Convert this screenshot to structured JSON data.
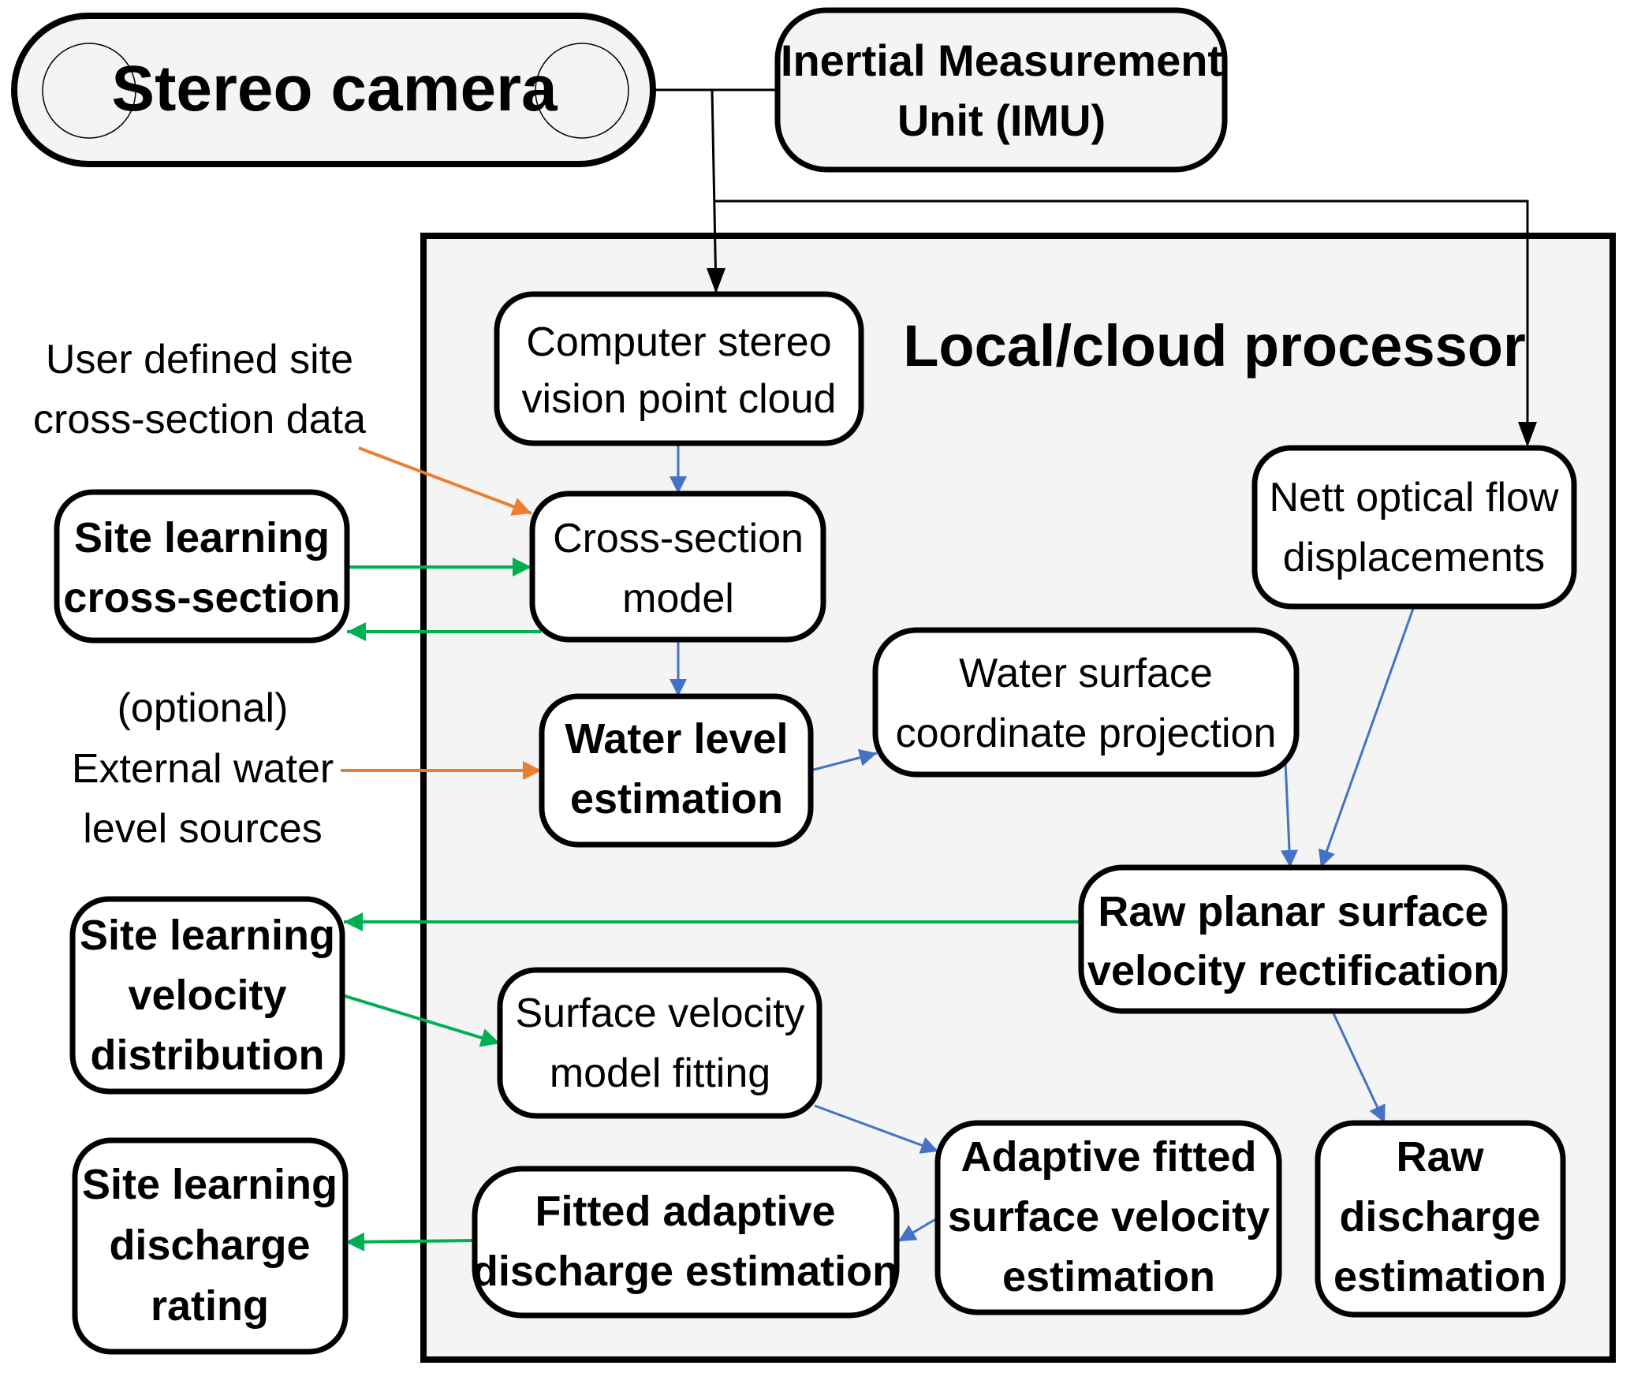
{
  "colors": {
    "background": "#ffffff",
    "processor_fill": "#f4f4f4",
    "internal_flow": "#4472c4",
    "site_learning_flow": "#00b050",
    "external_input": "#ed7d31",
    "hardware_flow": "#000000"
  },
  "hardware": {
    "stereo_camera": "Stereo camera",
    "imu": [
      "Inertial Measurement",
      "Unit (IMU)"
    ]
  },
  "processor": {
    "title": "Local/cloud processor"
  },
  "nodes": {
    "point_cloud": [
      "Computer stereo",
      "vision point cloud"
    ],
    "cross_section_model": [
      "Cross-section",
      "model"
    ],
    "water_level": [
      "Water level",
      "estimation"
    ],
    "water_surface_projection": [
      "Water surface",
      "coordinate projection"
    ],
    "optical_flow": [
      "Nett optical flow",
      "displacements"
    ],
    "raw_planar_velocity": [
      "Raw planar surface",
      "velocity rectification"
    ],
    "surface_velocity_fitting": [
      "Surface velocity",
      "model fitting"
    ],
    "adaptive_fitted_velocity": [
      "Adaptive fitted",
      "surface velocity",
      "estimation"
    ],
    "raw_discharge": [
      "Raw",
      "discharge",
      "estimation"
    ],
    "fitted_adaptive_discharge": [
      "Fitted adaptive",
      "discharge estimation"
    ]
  },
  "site_learning": {
    "cross_section": [
      "Site learning",
      "cross-section"
    ],
    "velocity_distribution": [
      "Site learning",
      "velocity",
      "distribution"
    ],
    "discharge_rating": [
      "Site learning",
      "discharge",
      "rating"
    ]
  },
  "external_inputs": {
    "user_cross_section": [
      "User defined site",
      "cross-section data"
    ],
    "external_water_level": [
      "(optional)",
      "External water",
      "level sources"
    ]
  },
  "edges": [
    {
      "from": "stereo_camera",
      "to": "imu",
      "type": "hardware"
    },
    {
      "from": "hardware",
      "to": "point_cloud",
      "type": "hardware"
    },
    {
      "from": "hardware",
      "to": "optical_flow",
      "type": "hardware"
    },
    {
      "from": "point_cloud",
      "to": "cross_section_model",
      "type": "internal"
    },
    {
      "from": "cross_section_model",
      "to": "water_level",
      "type": "internal"
    },
    {
      "from": "water_level",
      "to": "water_surface_projection",
      "type": "internal"
    },
    {
      "from": "water_surface_projection",
      "to": "raw_planar_velocity",
      "type": "internal"
    },
    {
      "from": "optical_flow",
      "to": "raw_planar_velocity",
      "type": "internal"
    },
    {
      "from": "raw_planar_velocity",
      "to": "raw_discharge",
      "type": "internal"
    },
    {
      "from": "surface_velocity_fitting",
      "to": "adaptive_fitted_velocity",
      "type": "internal"
    },
    {
      "from": "adaptive_fitted_velocity",
      "to": "fitted_adaptive_discharge",
      "type": "internal"
    },
    {
      "from": "site_learning_cross_section",
      "to": "cross_section_model",
      "type": "site_learning"
    },
    {
      "from": "cross_section_model",
      "to": "site_learning_cross_section",
      "type": "site_learning"
    },
    {
      "from": "raw_planar_velocity",
      "to": "site_learning_velocity_distribution",
      "type": "site_learning"
    },
    {
      "from": "site_learning_velocity_distribution",
      "to": "surface_velocity_fitting",
      "type": "site_learning"
    },
    {
      "from": "fitted_adaptive_discharge",
      "to": "site_learning_discharge_rating",
      "type": "site_learning"
    },
    {
      "from": "user_cross_section",
      "to": "cross_section_model",
      "type": "external"
    },
    {
      "from": "external_water_level",
      "to": "water_level",
      "type": "external"
    }
  ]
}
